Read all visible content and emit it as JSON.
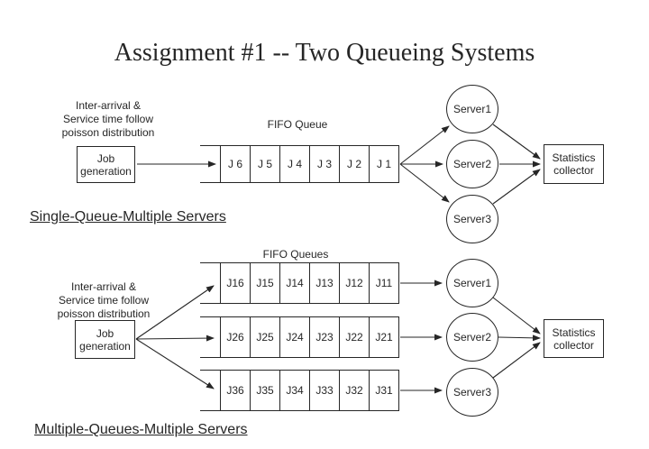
{
  "title": "Assignment #1 -- Two Queueing Systems",
  "colors": {
    "ink": "#262626",
    "background": "#ffffff"
  },
  "diagram1": {
    "section_label": "Single-Queue-Multiple Servers",
    "note": {
      "line1": "Inter-arrival &",
      "line2": "Service time follow",
      "line3": "poisson distribution"
    },
    "job_box": {
      "line1": "Job",
      "line2": "generation"
    },
    "queue_label": "FIFO Queue",
    "queue": {
      "cells": [
        "J 6",
        "J 5",
        "J 4",
        "J 3",
        "J 2",
        "J 1"
      ]
    },
    "servers": [
      "Server1",
      "Server2",
      "Server3"
    ],
    "stats_box": {
      "line1": "Statistics",
      "line2": "collector"
    }
  },
  "diagram2": {
    "section_label": "Multiple-Queues-Multiple Servers",
    "note": {
      "line1": "Inter-arrival &",
      "line2": "Service time follow",
      "line3": "poisson distribution"
    },
    "job_box": {
      "line1": "Job",
      "line2": "generation"
    },
    "queue_label": "FIFO Queues",
    "queues": [
      {
        "cells": [
          "J16",
          "J15",
          "J14",
          "J13",
          "J12",
          "J11"
        ]
      },
      {
        "cells": [
          "J26",
          "J25",
          "J24",
          "J23",
          "J22",
          "J21"
        ]
      },
      {
        "cells": [
          "J36",
          "J35",
          "J34",
          "J33",
          "J32",
          "J31"
        ]
      }
    ],
    "servers": [
      "Server1",
      "Server2",
      "Server3"
    ],
    "stats_box": {
      "line1": "Statistics",
      "line2": "collector"
    }
  }
}
